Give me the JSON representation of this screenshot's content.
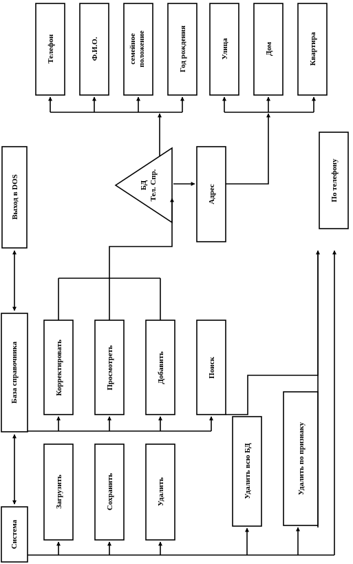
{
  "boxes": {
    "telefon": "Телефон",
    "fio": "Ф.И.О.",
    "family_1": "семейное",
    "family_2": "положение",
    "birth_year": "Год рождения",
    "street": "Улица",
    "house": "Дом",
    "apartment": "Квартира",
    "exit_dos": "Выход в DOS",
    "by_phone": "По телефону",
    "address": "Адрес",
    "db_1": "БД",
    "db_2": "Тел. Спр.",
    "directory_base": "База справочника",
    "edit": "Корректировать",
    "view": "Просмотреть",
    "add": "Добавить",
    "search": "Поиск",
    "load": "Загрузить",
    "save": "Сохранить",
    "delete": "Удалить",
    "delete_all": "Удалить всю БД",
    "delete_by_attr": "Удалить по признаку",
    "system": "Система"
  }
}
